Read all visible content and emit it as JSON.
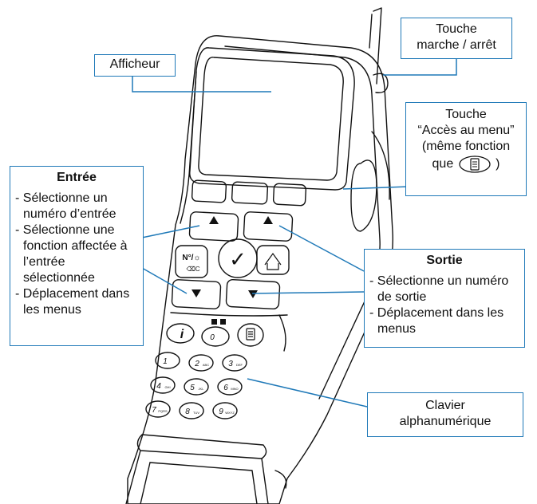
{
  "callouts": {
    "display": {
      "label": "Afficheur"
    },
    "power": {
      "line1": "Touche",
      "line2": "marche / arrêt"
    },
    "menu_key": {
      "line1": "Touche",
      "line2": "“Accès au menu”",
      "line3": "(même fonction",
      "line4_pre": "que",
      "line4_post": ")",
      "icon": "menu-key-icon"
    },
    "input": {
      "title": "Entrée",
      "items": [
        "- Sélectionne un numéro d’entrée",
        "- Sélectionne une fonction affectée à l’entrée sélectionnée",
        "- Déplacement dans les menus"
      ]
    },
    "output": {
      "title": "Sortie",
      "items": [
        "- Sélectionne un numéro de sortie",
        "- Déplacement dans les menus"
      ]
    },
    "keyboard": {
      "line1": "Clavier",
      "line2": "alphanumérique"
    }
  },
  "device": {
    "key_labels": {
      "info_key": "i",
      "light_key": "N°/☼",
      "cancel_key": "⌫C",
      "confirm_key": "✓",
      "keys": [
        "0",
        "1",
        "2",
        "3",
        "4",
        "5",
        "6",
        "7",
        "8",
        "9"
      ],
      "key_letters": [
        "",
        "",
        "ABC",
        "DEF",
        "GHI",
        "JKL",
        "MNO",
        "PQRS",
        "TUV",
        "WXYZ"
      ]
    }
  },
  "colors": {
    "callout_border": "#1f79b8",
    "leader_line": "#1f79b8",
    "drawing": "#111111"
  }
}
